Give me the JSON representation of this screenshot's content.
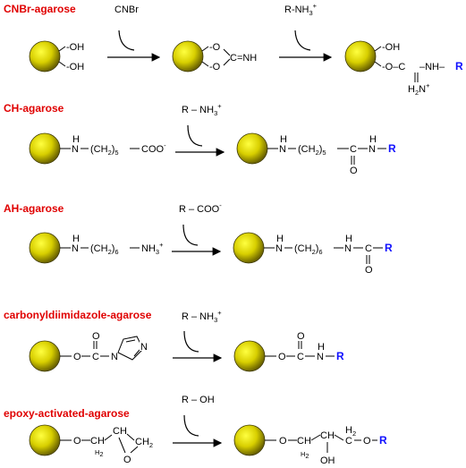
{
  "titles": {
    "cnbr": "CNBr-agarose",
    "ch": "CH-agarose",
    "ah": "AH-agarose",
    "cdi": "carbonyldiimidazole-agarose",
    "epoxy": "epoxy-activated-agarose"
  },
  "reagents": {
    "cnbr_1": "CNBr",
    "cnbr_2": "R-NH",
    "cnbr_2_sub": "3",
    "cnbr_2_sup": "+",
    "ch": "R – NH",
    "ch_sub": "3",
    "ch_sup": "+",
    "ah": "R – COO",
    "ah_sup": "-",
    "cdi": "R – NH",
    "cdi_sub": "3",
    "cdi_sup": "+",
    "epoxy": "R – OH"
  },
  "labels": {
    "oh": "-OH",
    "o_dash": "-O",
    "o_dash2": "-O",
    "cnh": "C=NH",
    "o_c": "O–C",
    "nh_dash": "–NH–",
    "h2n": "H",
    "h2n_sub": "2",
    "h2n_n": "N",
    "h2n_sup": "+",
    "n_dash": "N",
    "h": "H",
    "ch2_paren": "(CH",
    "ch2_sub": "2",
    "ch2_close": ")",
    "sub5": "5",
    "sub6": "6",
    "coo": "COO",
    "coo_sup": "-",
    "c": "C",
    "o": "O",
    "nh3": "NH",
    "nh3_sub": "3",
    "nh3_sup": "+",
    "r": "R",
    "n": "N",
    "ch": "CH",
    "ch2": "CH",
    "oh_lower": "OH",
    "h_ch2": "H",
    "h2": "2"
  }
}
